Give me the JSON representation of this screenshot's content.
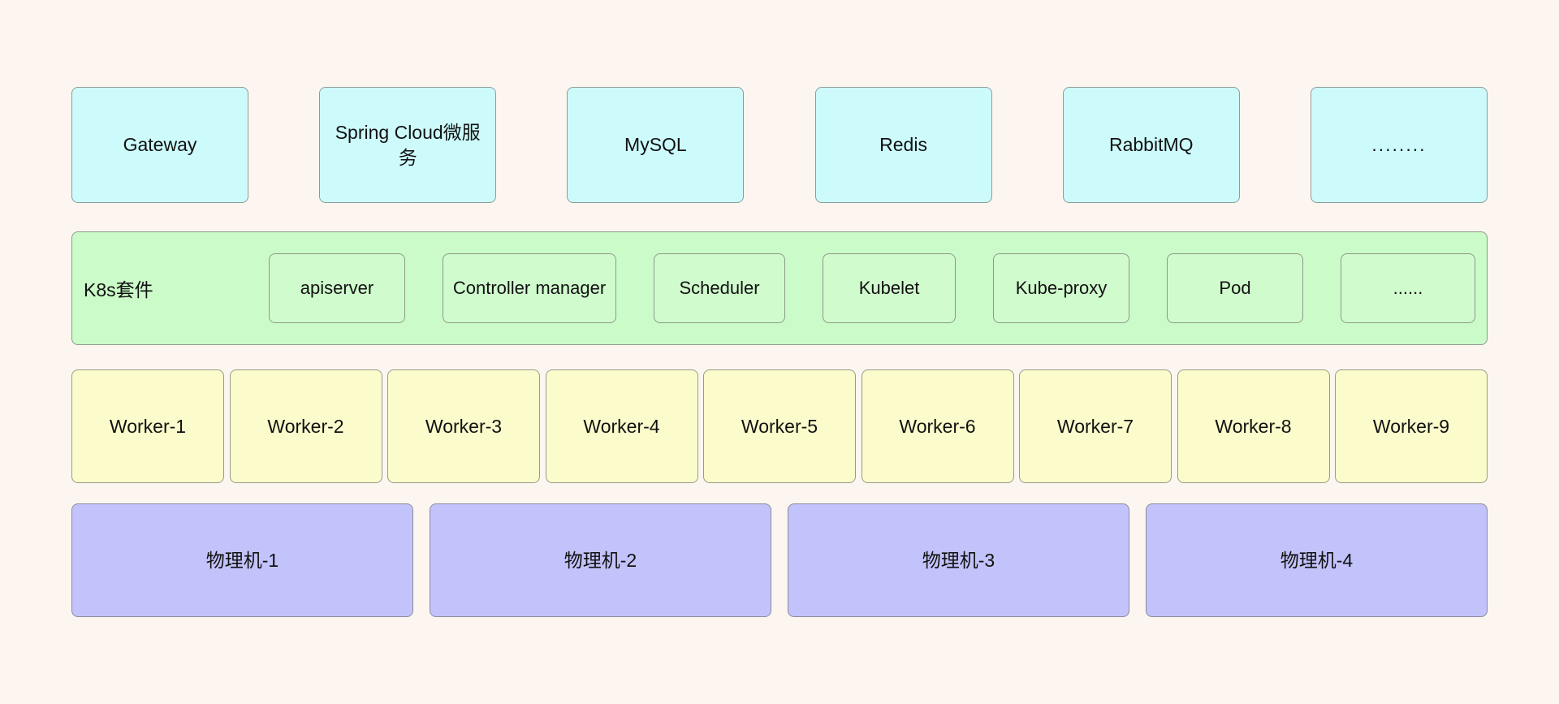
{
  "diagram": {
    "background_color": "#fdf6f0",
    "layers": [
      {
        "id": "applications",
        "fill_color": "#cdfbfb",
        "items": [
          {
            "label": "Gateway"
          },
          {
            "label": "Spring Cloud微服务"
          },
          {
            "label": "MySQL"
          },
          {
            "label": "Redis"
          },
          {
            "label": "RabbitMQ"
          },
          {
            "label": "........"
          }
        ]
      },
      {
        "id": "k8s-suite",
        "fill_color": "#cbfbc8",
        "band_label": "K8s套件",
        "items": [
          {
            "label": "apiserver"
          },
          {
            "label": "Controller manager"
          },
          {
            "label": "Scheduler"
          },
          {
            "label": "Kubelet"
          },
          {
            "label": "Kube-proxy"
          },
          {
            "label": "Pod"
          },
          {
            "label": "......"
          }
        ]
      },
      {
        "id": "workers",
        "fill_color": "#fbfbcb",
        "items": [
          {
            "label": "Worker-1"
          },
          {
            "label": "Worker-2"
          },
          {
            "label": "Worker-3"
          },
          {
            "label": "Worker-4"
          },
          {
            "label": "Worker-5"
          },
          {
            "label": "Worker-6"
          },
          {
            "label": "Worker-7"
          },
          {
            "label": "Worker-8"
          },
          {
            "label": "Worker-9"
          }
        ]
      },
      {
        "id": "physical-machines",
        "fill_color": "#c3c3fb",
        "items": [
          {
            "label": "物理机-1"
          },
          {
            "label": "物理机-2"
          },
          {
            "label": "物理机-3"
          },
          {
            "label": "物理机-4"
          }
        ]
      }
    ]
  }
}
